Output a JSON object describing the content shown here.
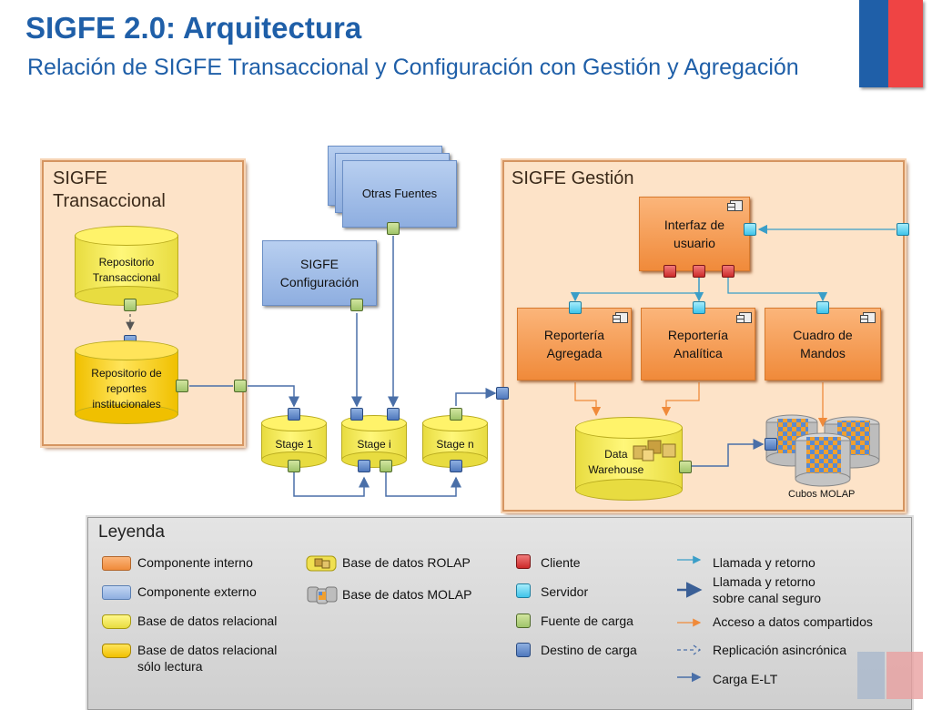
{
  "title": "SIGFE 2.0: Arquitectura",
  "subtitle": "Relación de SIGFE Transaccional y Configuración con Gestión y Agregación",
  "panels": {
    "transaccional": "SIGFE Transaccional",
    "gestion": "SIGFE Gestión"
  },
  "nodes": {
    "otras_fuentes": "Otras Fuentes",
    "sigfe_config": "SIGFE Configuración",
    "repo_trans": "Repositorio Transaccional",
    "repo_reportes": "Repositorio de reportes institucionales",
    "stage1": "Stage 1",
    "stagei": "Stage i",
    "stagen": "Stage n",
    "interfaz": "Interfaz de usuario",
    "rep_agregada": "Reportería Agregada",
    "rep_analitica": "Reportería Analítica",
    "cuadro_mandos": "Cuadro de Mandos",
    "data_warehouse": "Data Warehouse",
    "cubos_molap": "Cubos MOLAP"
  },
  "legend": {
    "title": "Leyenda",
    "items": {
      "componente_interno": "Componente interno",
      "componente_externo": "Componente externo",
      "bd_relacional": "Base de datos relacional",
      "bd_relacional_ro": "Base de datos relacional sólo lectura",
      "bd_rolap": "Base de datos ROLAP",
      "bd_molap": "Base de datos MOLAP",
      "cliente": "Cliente",
      "servidor": "Servidor",
      "fuente_carga": "Fuente de carga",
      "destino_carga": "Destino de carga",
      "llamada_retorno": "Llamada y retorno",
      "llamada_seguro": "Llamada y retorno sobre canal seguro",
      "acceso_compartido": "Acceso a datos compartidos",
      "replicacion": "Replicación asincrónica",
      "carga_elt": "Carga E-LT"
    }
  },
  "colors": {
    "title": "#1f5fa8",
    "internal": "#f08a3a",
    "external": "#8eaee0",
    "relational_db": "#fff36a",
    "client": "#cc2a2a",
    "server": "#3fc4ea",
    "load_source": "#9fc46a",
    "load_target": "#4f78bd"
  }
}
